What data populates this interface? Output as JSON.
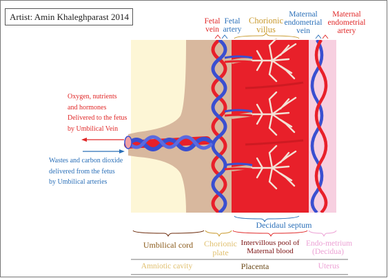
{
  "artist_credit": "Artist: Amin Khaleghparast 2014",
  "top_labels": {
    "fetal_vein": [
      "Fetal",
      "vein"
    ],
    "fetal_artery": [
      "Fetal",
      "artery"
    ],
    "chorionic_villus": [
      "Chorionic",
      "villus"
    ],
    "maternal_endometrial_vein": [
      "Maternal",
      "endometrial",
      "vein"
    ],
    "maternal_endometrial_artery": [
      "Maternal",
      "endometrial",
      "artery"
    ]
  },
  "left_labels": {
    "oxygen_delivery": [
      "Oxygen, nutrients",
      "and hormones",
      "Delivered to the fetus",
      "by Umbilical Vein"
    ],
    "waste_removal": [
      "Wastes and carbon dioxide",
      "delivered from the fetus",
      "by Umbilical arteries"
    ]
  },
  "decidual_septum": "Decidaul septum",
  "bottom_labels": {
    "umbilical_cord": "Umbilical cord",
    "chorionic_plate": [
      "Chorionic",
      "plate"
    ],
    "intervillous_pool": [
      "Intervillous pool of",
      "Maternal blood"
    ],
    "endometrium": [
      "Endo-metrium",
      "(Decidua)"
    ]
  },
  "region_labels": {
    "amniotic_cavity": "Amniotic cavity",
    "placenta": "Placenta",
    "uterus": "Uterus"
  },
  "colors": {
    "artery_red": "#e8202a",
    "vein_blue": "#3a4fd0",
    "cord_tan": "#d8b89e",
    "amniotic_cream": "#fdf6d6",
    "uterus_pink": "#f7cfe0",
    "label_red": "#e02828",
    "label_blue": "#2a6fb8",
    "label_gold": "#c99a2e",
    "label_pink": "#eca0d4"
  }
}
